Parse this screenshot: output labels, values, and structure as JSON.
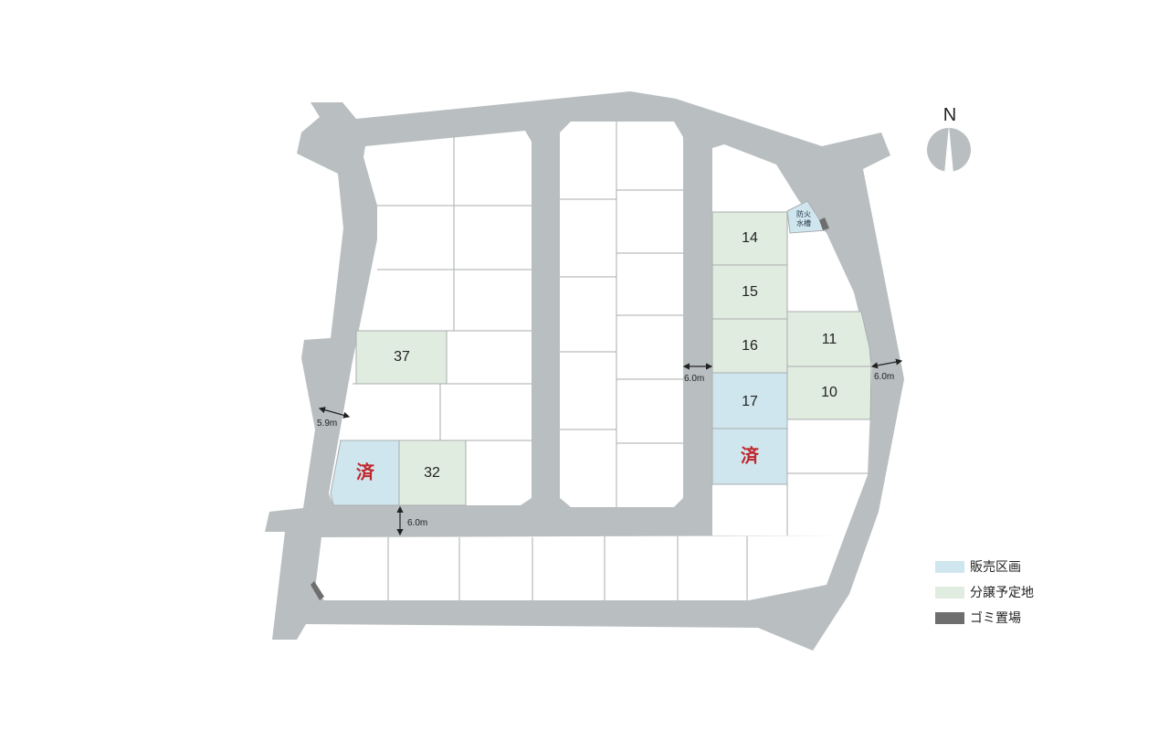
{
  "north": "N",
  "lots": {
    "l37": "37",
    "l32": "32",
    "l14": "14",
    "l15": "15",
    "l16": "16",
    "l17": "17",
    "l11": "11",
    "l10": "10"
  },
  "sold_mark": "済",
  "fire_tank": {
    "line1": "防火",
    "line2": "水槽"
  },
  "dimensions": {
    "west": "5.9m",
    "south": "6.0m",
    "middle": "6.0m",
    "east": "6.0m"
  },
  "legend": [
    {
      "label": "販売区画",
      "color": "#cfe6ee"
    },
    {
      "label": "分譲予定地",
      "color": "#e1ece0"
    },
    {
      "label": "ゴミ置場",
      "color": "#6e6e6e"
    }
  ]
}
